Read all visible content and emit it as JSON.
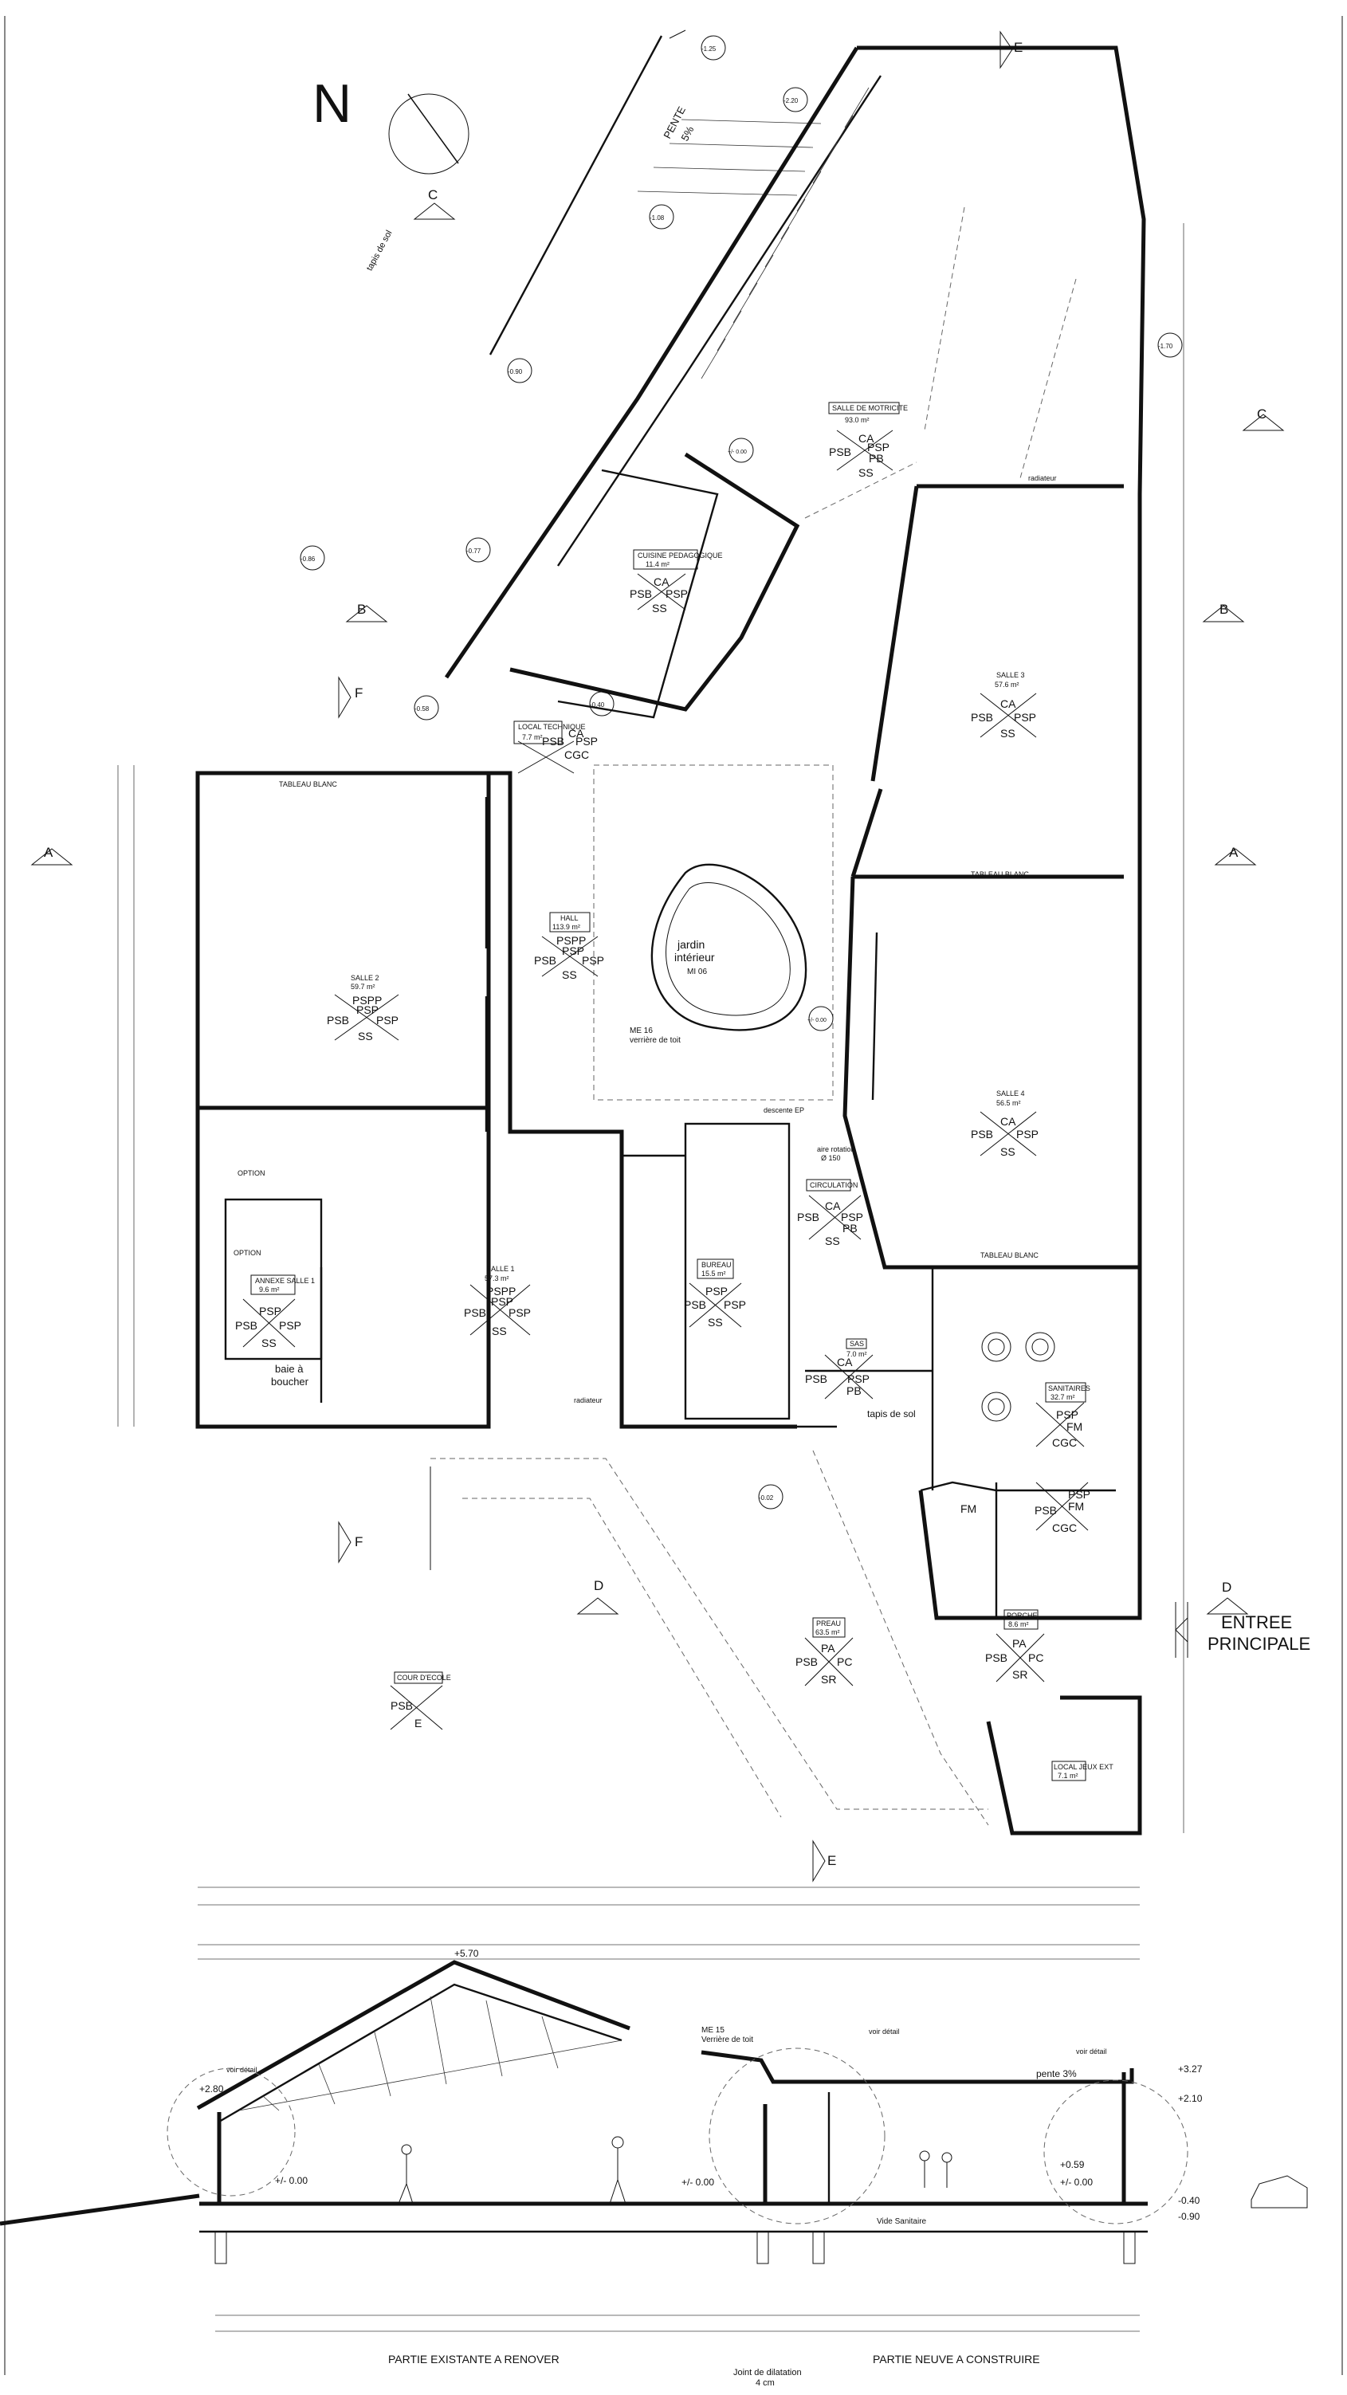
{
  "drawing": {
    "north_letter": "N",
    "entrance_line1": "ENTREE",
    "entrance_line2": "PRINCIPALE",
    "section_label_left": "PARTIE EXISTANTE A RENOVER",
    "section_label_right": "PARTIE NEUVE A CONSTRUIRE",
    "joint_line1": "Joint de dilatation",
    "joint_line2": "4 cm",
    "slope_label": "PENTE",
    "slope_value": "5%",
    "garden_line1": "jardin",
    "garden_line2": "intérieur",
    "garden_code": "MI 06",
    "skylight_line1": "ME 16",
    "skylight_line2": "verrière de toit",
    "mat_soil": "tapis de sol",
    "mat_soil2": "tapis de sol",
    "vide_sanitaire": "Vide Sanitaire",
    "pente_roof": "pente 3%",
    "verriere_label1": "ME 15",
    "verriere_label2": "Verrière de toit",
    "baie_line1": "baie à",
    "baie_line2": "boucher",
    "tableau_blanc": "TABLEAU BLANC",
    "radiateur": "radiateur",
    "descente_ep": "descente EP",
    "aire_rotation": "aire rotation",
    "aire_rotation_d": "Ø 150",
    "option_label": "OPTION",
    "voir_detail": "voir détail"
  },
  "section_marks": [
    {
      "id": "top-c",
      "letter": "C"
    },
    {
      "id": "right-c",
      "letter": "C"
    },
    {
      "id": "left-b",
      "letter": "B"
    },
    {
      "id": "right-b",
      "letter": "B"
    },
    {
      "id": "left-a",
      "letter": "A"
    },
    {
      "id": "right-a",
      "letter": "A"
    },
    {
      "id": "f-top",
      "letter": "F"
    },
    {
      "id": "f-bottom",
      "letter": "F"
    },
    {
      "id": "d-left",
      "letter": "D"
    },
    {
      "id": "d-right",
      "letter": "D"
    },
    {
      "id": "e-top",
      "letter": "E"
    },
    {
      "id": "e-bottom",
      "letter": "E"
    }
  ],
  "rooms": {
    "motricite": {
      "name": "SALLE DE MOTRICITE",
      "area": "93.0 m²",
      "codes": [
        "CA",
        "PSB",
        "PSP",
        "PB",
        "SS"
      ]
    },
    "cuisine": {
      "name": "CUISINE PEDAGOGIQUE",
      "area": "11.4 m²",
      "codes": [
        "CA",
        "PSB",
        "PSP",
        "SS"
      ]
    },
    "local_tech": {
      "name": "LOCAL TECHNIQUE",
      "area": "7.7 m²",
      "codes": [
        "CA",
        "PSB",
        "PSP",
        "CGC"
      ]
    },
    "salle3": {
      "name": "SALLE 3",
      "area": "57.6 m²",
      "codes": [
        "CA",
        "PSB",
        "PSP",
        "SS"
      ]
    },
    "hall": {
      "name": "HALL",
      "area": "113.9 m²",
      "codes": [
        "PSPP",
        "PSP",
        "PSB",
        "PSP",
        "SS"
      ]
    },
    "salle2": {
      "name": "SALLE 2",
      "area": "59.7 m²",
      "codes": [
        "PSPP",
        "PSP",
        "PSB",
        "PSP",
        "SS"
      ]
    },
    "salle4": {
      "name": "SALLE 4",
      "area": "56.5 m²",
      "codes": [
        "CA",
        "PSB",
        "PSP",
        "SS"
      ]
    },
    "circulation": {
      "name": "CIRCULATION",
      "area": "",
      "codes": [
        "CA",
        "PSB",
        "PSP",
        "PB",
        "SS"
      ]
    },
    "annexe": {
      "name": "ANNEXE SALLE 1",
      "area": "9.6 m²",
      "codes": [
        "PSP",
        "PSB",
        "PSP",
        "SS"
      ]
    },
    "salle1": {
      "name": "SALLE 1",
      "area": "57.3 m²",
      "codes": [
        "PSPP",
        "PSP",
        "PSB",
        "PSP",
        "SS"
      ]
    },
    "bureau": {
      "name": "BUREAU",
      "area": "15.5 m²",
      "codes": [
        "PSP",
        "PSB",
        "PSP",
        "SS"
      ]
    },
    "sas": {
      "name": "SAS",
      "area": "7.0 m²",
      "codes": [
        "CA",
        "PSB",
        "PSP",
        "PB"
      ]
    },
    "sanitaires": {
      "name": "SANITAIRES",
      "area": "32.7 m²",
      "codes": [
        "PSP",
        "FM",
        "CGC"
      ]
    },
    "wc": {
      "name": "",
      "area": "",
      "codes": [
        "FM",
        "PSB",
        "PSP",
        "FM",
        "CGC"
      ]
    },
    "preau": {
      "name": "PREAU",
      "area": "63.5 m²",
      "codes": [
        "PA",
        "PSB",
        "PC",
        "SR"
      ]
    },
    "porche": {
      "name": "PORCHE",
      "area": "8.6 m²",
      "codes": [
        "PA",
        "PSB",
        "PC",
        "SR"
      ]
    },
    "cour": {
      "name": "COUR D'ECOLE",
      "area": "",
      "codes": [
        "PSB",
        "E"
      ]
    },
    "local_jeux": {
      "name": "LOCAL JEUX EXT",
      "area": "7.1 m²",
      "codes": []
    }
  },
  "levels": {
    "l1": "+5.70",
    "l2": "+2.80",
    "l3": "+3.27",
    "l4": "+2.10",
    "l5": "+0.59",
    "l6": "+/- 0.00",
    "l7": "+/- 0.00",
    "l8": "+/- 0.00",
    "l9": "-0.40",
    "l10": "-0.90"
  },
  "plan_levels": {
    "p1": "-1.25",
    "p2": "-2.20",
    "p3": "-1.08",
    "p4": "-0.90",
    "p5": "-0.77",
    "p6": "-0.86",
    "p7": "-0.58",
    "p8": "-0.40",
    "p9": "+/- 0.00",
    "p10": "-1.70",
    "p11": "-0.02",
    "p12": "+/- 0.00"
  }
}
